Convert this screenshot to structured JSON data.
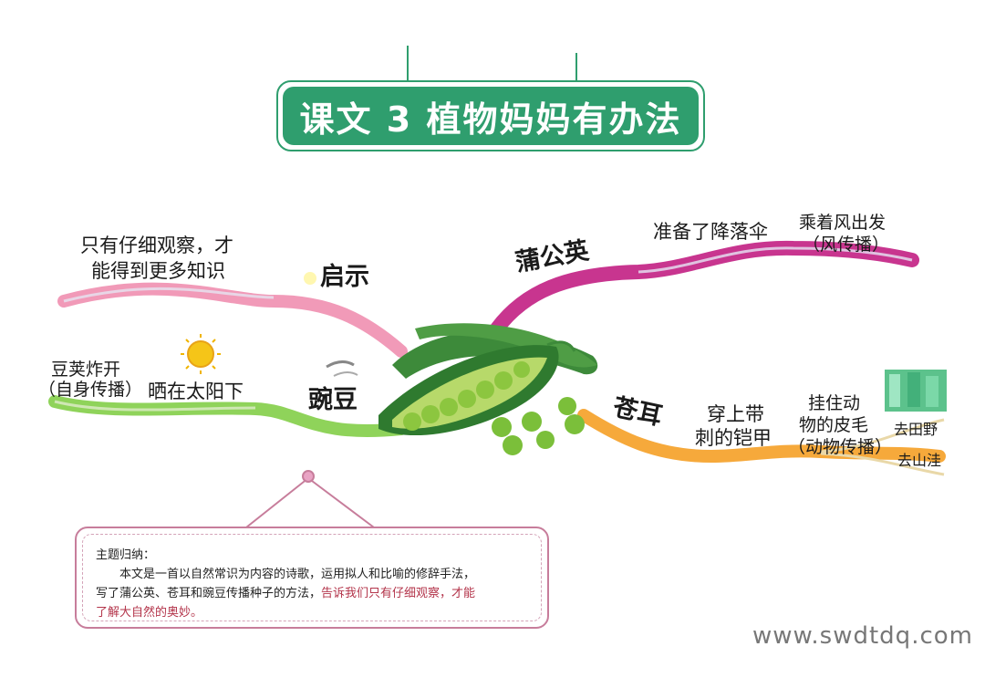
{
  "title": "课文 3 植物妈妈有办法",
  "branches": {
    "qishi": {
      "label": "启示",
      "detail_line1": "只有仔细观察，才",
      "detail_line2": "能得到更多知识"
    },
    "pugongying": {
      "label": "蒲公英",
      "method": "准备了降落伞",
      "result_line1": "乘着风出发",
      "result_line2": "（风传播）"
    },
    "wandou": {
      "label": "豌豆",
      "method": "晒在太阳下",
      "result_line1": "豆荚炸开",
      "result_line2": "（自身传播）"
    },
    "caner": {
      "label": "苍耳",
      "method_line1": "穿上带",
      "method_line2": "刺的铠甲",
      "result_line1": "挂住动",
      "result_line2": "物的皮毛",
      "result_line3": "（动物传播）",
      "dest1": "去田野",
      "dest2": "去山洼"
    }
  },
  "summary": {
    "heading": "主题归纳：",
    "body_line1": "本文是一首以自然常识为内容的诗歌，运用拟人和比喻的修辞手法，",
    "body_line2_plain": "写了蒲公英、苍耳和豌豆传播种子的方法，",
    "body_line2_red": "告诉我们只有仔细观察，才能",
    "body_line3_red": "了解大自然的奥妙。"
  },
  "watermark": "www.swdtdq.com",
  "colors": {
    "title_green": "#2f9e6e",
    "pink_branch": "#f19ab8",
    "magenta_branch": "#c8358f",
    "green_branch": "#8fd35a",
    "orange_branch": "#f6a93b",
    "summary_border": "#c77d9b"
  }
}
